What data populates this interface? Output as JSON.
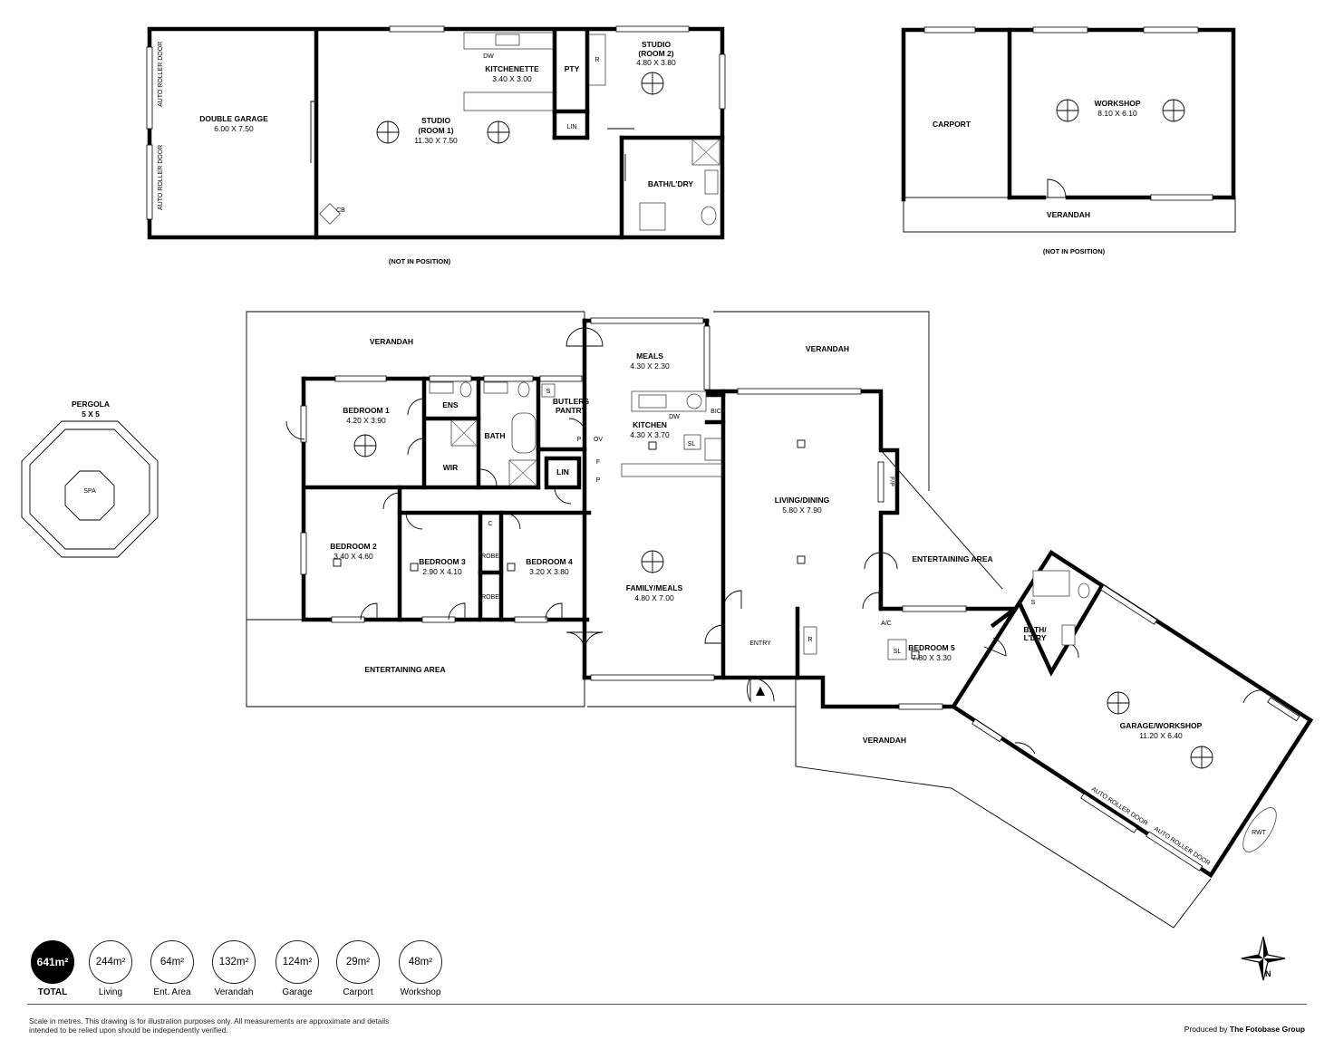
{
  "plan": {
    "studio_building": {
      "double_garage": {
        "name": "DOUBLE GARAGE",
        "size": "6.00 X 7.50"
      },
      "auto_roller_door_top": "AUTO ROLLER DOOR",
      "auto_roller_door_bottom": "AUTO ROLLER DOOR",
      "kitchenette": {
        "name": "KITCHENETTE",
        "size": "3.40 X 3.00"
      },
      "pty": "PTY",
      "dw": "DW",
      "r": "R",
      "lin": "LIN",
      "cb": "CB",
      "studio_room2": {
        "name": "STUDIO",
        "sub": "(ROOM 2)",
        "size": "4.80 X 3.80"
      },
      "studio_room1": {
        "name": "STUDIO",
        "sub": "(ROOM 1)",
        "size": "11.30 X 7.50"
      },
      "bath_ldry": "BATH/L'DRY",
      "note": "(NOT IN POSITION)"
    },
    "workshop_building": {
      "carport": "CARPORT",
      "workshop": {
        "name": "WORKSHOP",
        "size": "8.10 X 6.10"
      },
      "verandah": "VERANDAH",
      "note": "(NOT IN POSITION)"
    },
    "pergola": {
      "name": "PERGOLA",
      "size": "5 X 5",
      "spa": "SPA"
    },
    "house": {
      "verandah_north_west": "VERANDAH",
      "verandah_north_east": "VERANDAH",
      "verandah_south": "VERANDAH",
      "meals": {
        "name": "MEALS",
        "size": "4.30 X 2.30"
      },
      "bedroom1": {
        "name": "BEDROOM 1",
        "size": "4.20 X 3.90"
      },
      "ens": "ENS",
      "bath": "BATH",
      "wir": "WIR",
      "butlers_pantry": {
        "line1": "BUTLERS",
        "line2": "PANTRY"
      },
      "s": "S",
      "p1": "P",
      "ov": "OV",
      "f": "F",
      "p2": "P",
      "lin": "LIN",
      "kitchen": {
        "name": "KITCHEN",
        "size": "4.30 X 3.70"
      },
      "dw": "DW",
      "sl_kitchen": "SL",
      "bic": "BIC",
      "living_dining": {
        "name": "LIVING/DINING",
        "size": "5.80 X 7.90"
      },
      "fp": "F/P",
      "bedroom2": {
        "name": "BEDROOM 2",
        "size": "3.40 X 4.60"
      },
      "bedroom3": {
        "name": "BEDROOM 3",
        "size": "2.90 X 4.10"
      },
      "bedroom4": {
        "name": "BEDROOM 4",
        "size": "3.20 X 3.80"
      },
      "c": "C",
      "robe1": "ROBE",
      "robe2": "ROBE",
      "family_meals": {
        "name": "FAMILY/MEALS",
        "size": "4.80 X 7.00"
      },
      "entertaining_west": "ENTERTAINING AREA",
      "entertaining_east": "ENTERTAINING AREA",
      "entry": "ENTRY",
      "r": "R",
      "ac": "A/C",
      "bedroom5": {
        "name": "BEDROOM 5",
        "size": "7.80 X 3.30"
      },
      "sl_bed5": "SL",
      "bath_ldry": {
        "line1": "BATH/",
        "line2": "L'DRY"
      },
      "s2": "S",
      "garage_workshop": {
        "name": "GARAGE/WORKSHOP",
        "size": "11.20 X 6.40"
      },
      "auto_roller_door_1": "AUTO ROLLER DOOR",
      "auto_roller_door_2": "AUTO ROLLER DOOR",
      "rwt": "RWT"
    }
  },
  "areas": [
    {
      "value": "641m²",
      "label": "TOTAL"
    },
    {
      "value": "244m²",
      "label": "Living"
    },
    {
      "value": "64m²",
      "label": "Ent. Area"
    },
    {
      "value": "132m²",
      "label": "Verandah"
    },
    {
      "value": "124m²",
      "label": "Garage"
    },
    {
      "value": "29m²",
      "label": "Carport"
    },
    {
      "value": "48m²",
      "label": "Workshop"
    }
  ],
  "disclaimer": "Scale in metres. This drawing is for illustration purposes only. All measurements are approximate and details intended to be relied upon should be independently verified.",
  "credit": {
    "prefix": "Produced by",
    "brand": "The Fotobase Group"
  },
  "compass": {
    "letter": "N"
  }
}
